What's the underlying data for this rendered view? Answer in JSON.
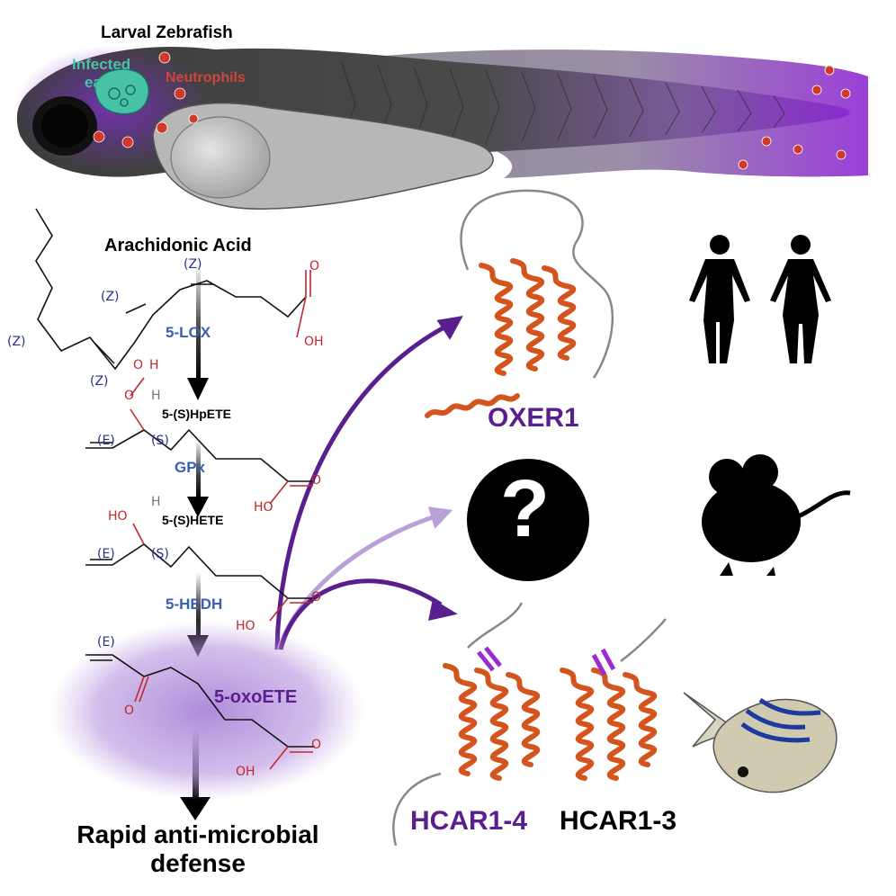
{
  "fish_panel": {
    "title": "Larval Zebrafish",
    "infected_label_line1": "Infected",
    "infected_label_line2": "ear",
    "neutrophils_label": "Neutrophils"
  },
  "pathway": {
    "substrate": "Arachidonic Acid",
    "stereo_labels": {
      "z": "(Z)",
      "e": "(E)",
      "s": "(S)"
    },
    "atoms": {
      "oh": "OH",
      "ho": "HO",
      "o": "O",
      "h": "H"
    },
    "enzymes": [
      "5-LOX",
      "GPx",
      "5-HEDH"
    ],
    "intermediates": [
      "5-(S)HpETE",
      "5-(S)HETE"
    ],
    "product": "5-oxoETE",
    "outcome_line1": "Rapid anti-microbial",
    "outcome_line2": "defense"
  },
  "receptors": {
    "human": "OXER1",
    "mouse": "?",
    "zebrafish_a": "HCAR1-4",
    "zebrafish_b": "HCAR1-3"
  },
  "colors": {
    "purple": "#5a1f8e",
    "light_purple": "#b9a0d6",
    "protein_orange": "#d4541e",
    "enzyme_blue": "#3a5fb0",
    "oxygen_red": "#c0282d",
    "stereo_navy": "#2a2e8c",
    "fish_dark": "#3a3a3a",
    "teal": "#3fb9a0"
  },
  "icons": [
    "human-silhouettes-icon",
    "mouse-silhouette-icon",
    "zebrafish-icon",
    "question-mark-icon",
    "neutrophil-icon"
  ]
}
